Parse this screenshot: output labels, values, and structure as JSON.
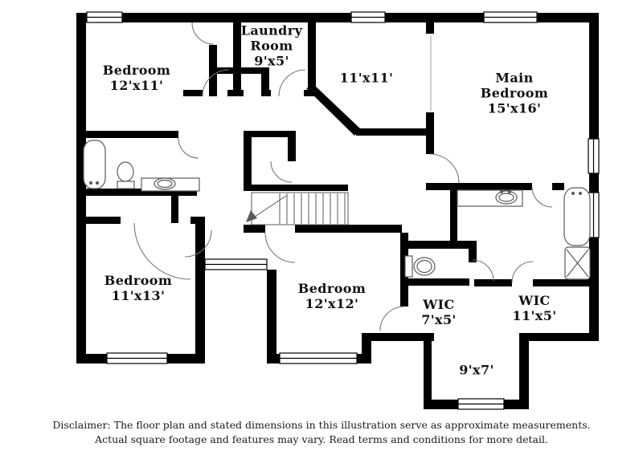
{
  "colors": {
    "wall": "#000000",
    "fixture_line": "#5a5a5a",
    "door_line": "#777777",
    "background": "#ffffff"
  },
  "rooms": [
    {
      "id": "bedroom-top-left",
      "lines": [
        "Bedroom",
        "12'x11'"
      ]
    },
    {
      "id": "laundry-room",
      "lines": [
        "Laundry",
        "Room",
        "9'x5'"
      ]
    },
    {
      "id": "hall-11x11",
      "lines": [
        "11'x11'"
      ]
    },
    {
      "id": "main-bedroom",
      "lines": [
        "Main",
        "Bedroom",
        "15'x16'"
      ]
    },
    {
      "id": "bedroom-bottom-left",
      "lines": [
        "Bedroom",
        "11'x13'"
      ]
    },
    {
      "id": "bedroom-bottom-mid",
      "lines": [
        "Bedroom",
        "12'x12'"
      ]
    },
    {
      "id": "wic-small",
      "lines": [
        "WIC",
        "7'x5'"
      ]
    },
    {
      "id": "wic-large",
      "lines": [
        "WIC",
        "11'x5'"
      ]
    },
    {
      "id": "bonus-9x7",
      "lines": [
        "9'x7'"
      ]
    }
  ],
  "disclaimer": {
    "line1": "Disclaimer: The floor plan and stated dimensions in this illustration serve as approximate measurements.",
    "line2": "Actual square footage and features may vary. Read terms and conditions for more detail."
  }
}
